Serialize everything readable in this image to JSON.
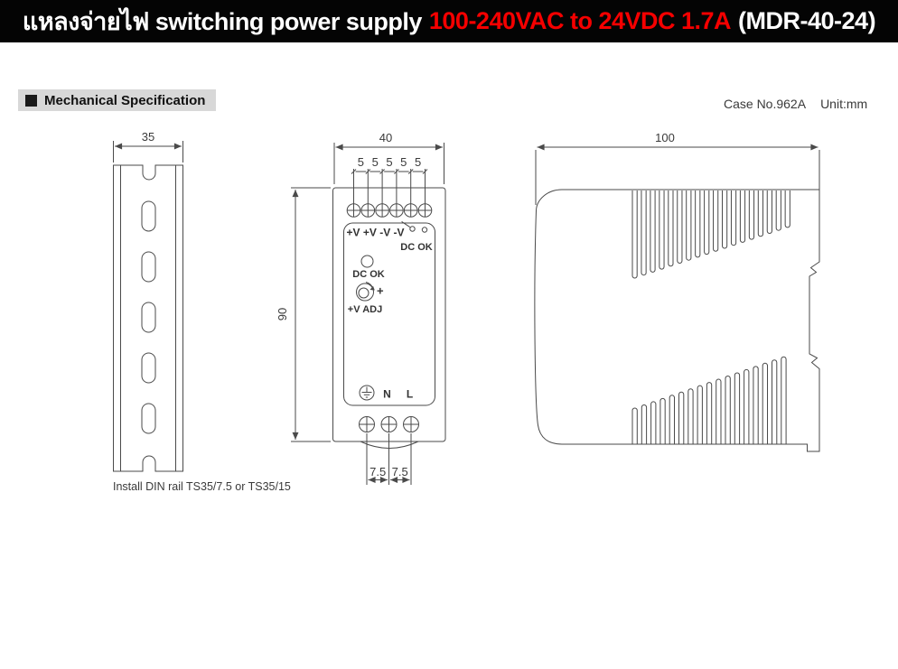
{
  "banner": {
    "part1": "แหลงจ่ายไฟ switching power supply ",
    "highlight": "100-240VAC to 24VDC 1.7A ",
    "part2": "(MDR-40-24)"
  },
  "header": {
    "section_title": "Mechanical Specification",
    "case_no": "Case No.962A",
    "unit": "Unit:mm"
  },
  "din_rail": {
    "dim_width": "35",
    "caption": "Install DIN rail TS35/7.5 or TS35/15"
  },
  "front_view": {
    "dim_width": "40",
    "dim_height": "90",
    "pitch_dims": [
      "5",
      "5",
      "5",
      "5",
      "5"
    ],
    "dim_bottom_left": "7.5",
    "dim_bottom_right": "7.5",
    "terminals_label": "+V +V -V -V",
    "relay_label": "DC OK",
    "led_label": "DC OK",
    "adj_plus": "+",
    "adj_label": "+V ADJ",
    "neutral": "N",
    "line": "L"
  },
  "side_view": {
    "dim_width": "100"
  },
  "colors": {
    "line": "#4a4a4a",
    "red": "#f50000",
    "header_bg": "#d8d8d8"
  }
}
